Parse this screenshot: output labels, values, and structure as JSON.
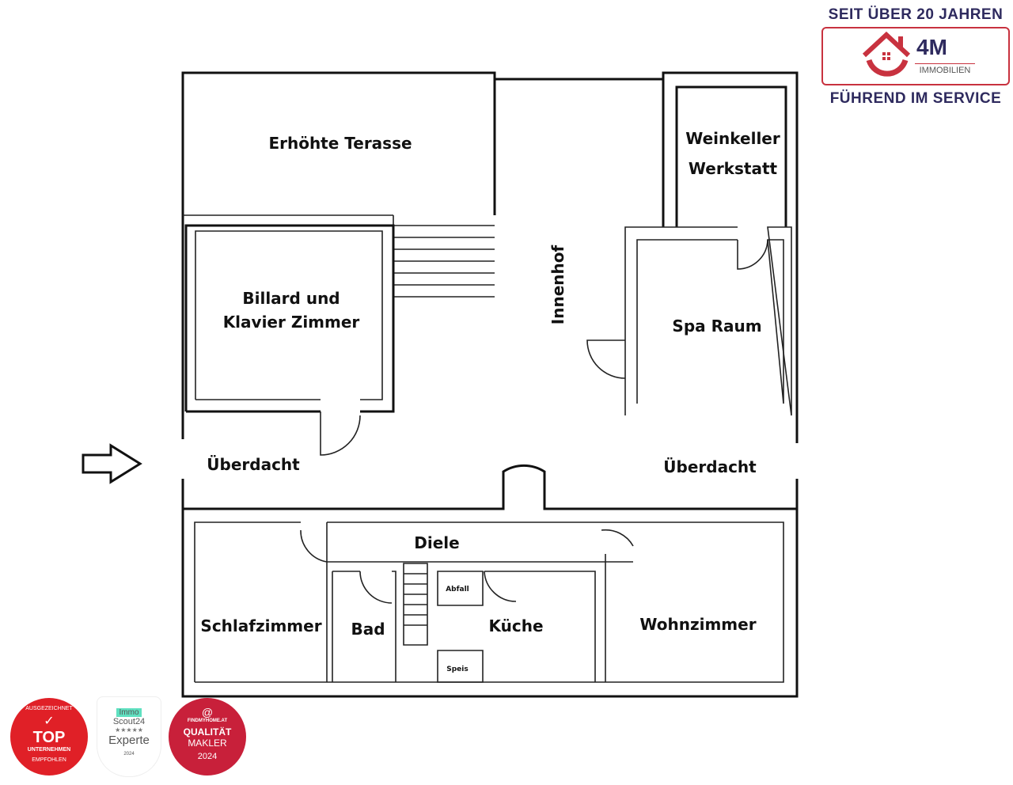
{
  "logo": {
    "tagline_top": "SEIT ÜBER 20 JAHREN",
    "brand": "4M",
    "brand_sub": "IMMOBILIEN",
    "tagline_bottom": "FÜHREND IM SERVICE",
    "accent": "#c8323f",
    "text_color": "#2e2a5e"
  },
  "rooms": {
    "terrace": "Erhöhte Terasse",
    "wine1": "Weinkeller",
    "wine2": "Werkstatt",
    "billard1": "Billard und",
    "billard2": "Klavier Zimmer",
    "courtyard": "Innenhof",
    "spa": "Spa Raum",
    "covered_left": "Überdacht",
    "covered_right": "Überdacht",
    "hall": "Diele",
    "bedroom": "Schlafzimmer",
    "bath": "Bad",
    "waste": "Abfall",
    "pantry": "Speis",
    "kitchen": "Küche",
    "living": "Wohnzimmer"
  },
  "badges": {
    "top": {
      "ring_top": "AUSGEZEICHNET",
      "main": "TOP",
      "sub": "UNTERNEHMEN",
      "ring_bottom": "EMPFOHLEN"
    },
    "immoscout": {
      "brand1": "Immo",
      "brand2": "Scout24",
      "stars": "★★★★★",
      "main": "Experte",
      "year": "2024"
    },
    "findmyhome": {
      "brand": "FINDMYHOME.AT",
      "main1": "QUALITÄT",
      "main2": "MAKLER",
      "year": "2024"
    }
  }
}
